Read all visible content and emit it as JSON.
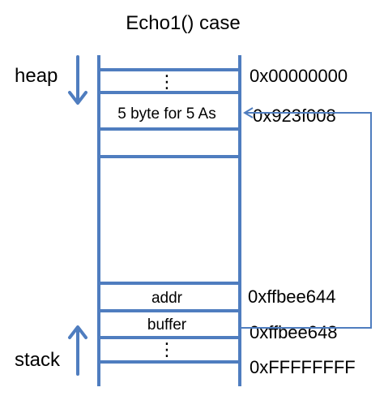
{
  "title": "Echo1() case",
  "colors": {
    "structure": "#4F7DBF",
    "text": "#000000",
    "background": "#FFFFFF"
  },
  "regions": {
    "heap_label": "heap",
    "stack_label": "stack"
  },
  "cells": {
    "top_ellipsis": "⋮",
    "heap_cell": "5 byte for 5 As",
    "addr_cell": "addr",
    "buffer_cell": "buffer",
    "bottom_ellipsis": "⋮"
  },
  "addresses": {
    "top": "0x00000000",
    "heap_cell": "0x923f008",
    "addr_cell": "0xffbee644",
    "buffer_cell": "0xffbee648",
    "bottom": "0xFFFFFFFF"
  },
  "icons": {
    "heap_direction": "arrow-down-icon",
    "stack_direction": "arrow-up-icon",
    "pointer": "pointer-arrow-icon"
  }
}
